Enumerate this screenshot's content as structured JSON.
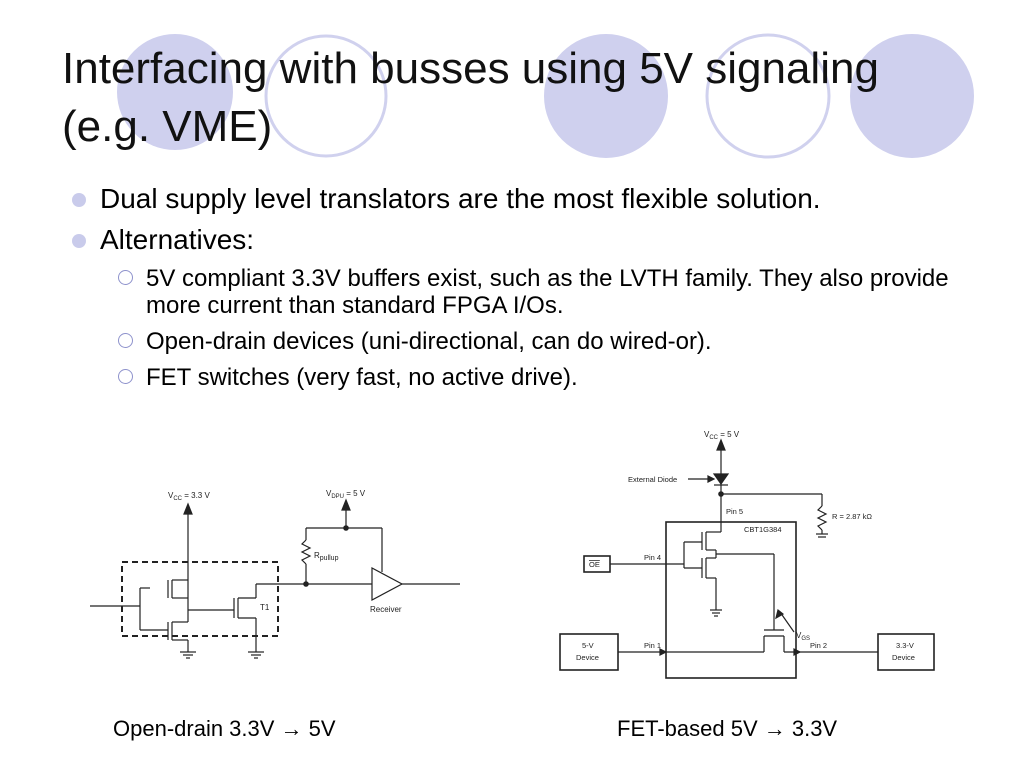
{
  "title_line1": "Interfacing with busses using 5V signaling",
  "title_line2": "(e.g. VME)",
  "bullets": [
    "Dual supply level translators are the most flexible solution.",
    "Alternatives:"
  ],
  "sub_bullets": [
    "5V compliant 3.3V buffers exist, such as the LVTH family. They also provide more current than standard FPGA I/Os.",
    "Open-drain devices (uni-directional, can do wired-or).",
    "FET switches (very fast, no active drive)."
  ],
  "left_circuit": {
    "vcc": "V",
    "vcc_sub": "CC",
    "vcc_value": " = 3.3 V",
    "vdpu": "V",
    "vdpu_sub": "DPU",
    "vdpu_value": " = 5 V",
    "r": "R",
    "r_sub": "pullup",
    "transistor": "T1",
    "receiver": "Receiver"
  },
  "right_circuit": {
    "vcc": "V",
    "vcc_sub": "CC",
    "vcc_value": " = 5 V",
    "external_diode": "External Diode",
    "pin5": "Pin 5",
    "r_value": "R = 2.87 kΩ",
    "chip": "CBT1G384",
    "pin4": "Pin 4",
    "oe": "OE",
    "vgs": "V",
    "vgs_sub": "GS",
    "pin1": "Pin 1",
    "pin2": "Pin 2",
    "dev5_line1": "5-V",
    "dev5_line2": "Device",
    "dev33_line1": "3.3-V",
    "dev33_line2": "Device"
  },
  "captions": {
    "left": "Open-drain 3.3V → 5V",
    "right": "FET-based 5V → 3.3V"
  },
  "colors": {
    "circle_fill": "#cfd0ee",
    "circle_stroke": "#d0d1ee",
    "bullet": "#c9cbeb",
    "sub_bullet": "#8e92cc"
  }
}
